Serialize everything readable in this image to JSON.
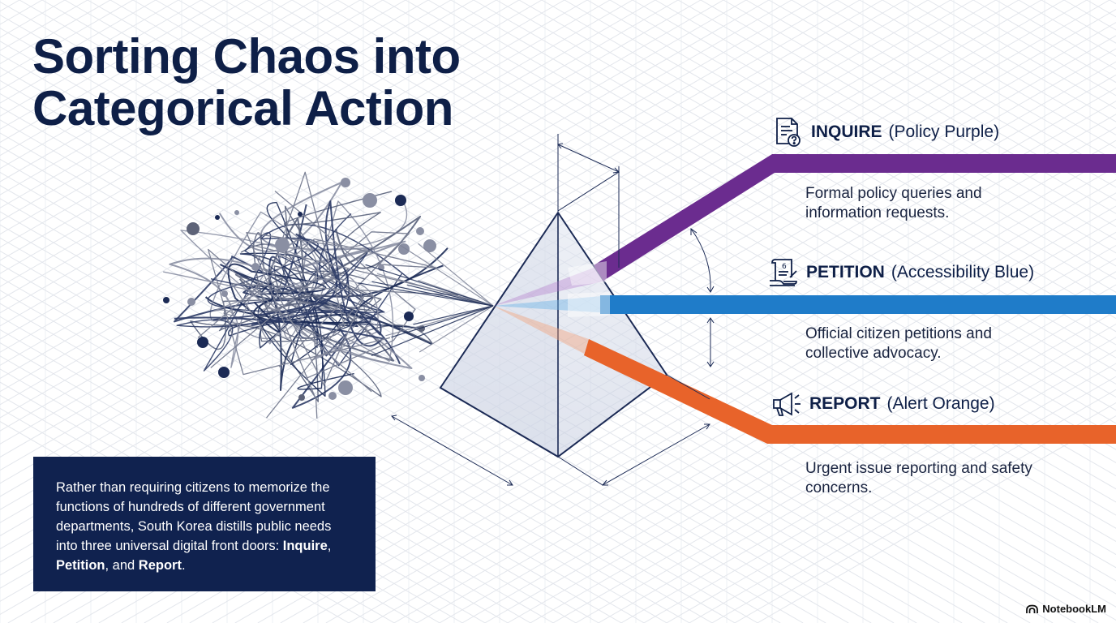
{
  "title": {
    "line1": "Sorting Chaos into",
    "line2": "Categorical Action"
  },
  "categories": [
    {
      "key": "inquire",
      "name": "INQUIRE",
      "subtitle": "(Policy Purple)",
      "description": "Formal policy queries and information requests.",
      "color": "#6b2c8f",
      "icon": "document-question-icon"
    },
    {
      "key": "petition",
      "name": "PETITION",
      "subtitle": "(Accessibility Blue)",
      "description": "Official citizen petitions and collective advocacy.",
      "color": "#1f7cc9",
      "icon": "signed-petition-icon"
    },
    {
      "key": "report",
      "name": "REPORT",
      "subtitle": "(Alert Orange)",
      "description": "Urgent issue reporting and safety concerns.",
      "color": "#e8632a",
      "icon": "megaphone-icon"
    }
  ],
  "intro": {
    "text_before": "Rather than requiring citizens to memorize the functions of hundreds of different government departments, South Korea distills public needs into three universal digital front doors: ",
    "inquire": "Inquire",
    "sep1": ", ",
    "petition": "Petition",
    "sep2": ", and ",
    "report": "Report",
    "end": "."
  },
  "brand": {
    "name": "NotebookLM",
    "icon": "notebooklm-logo-icon"
  },
  "colors": {
    "navy": "#0e1f47",
    "grid": "#e3e6ec",
    "purple": "#6b2c8f",
    "blue": "#1f7cc9",
    "orange": "#e8632a"
  }
}
